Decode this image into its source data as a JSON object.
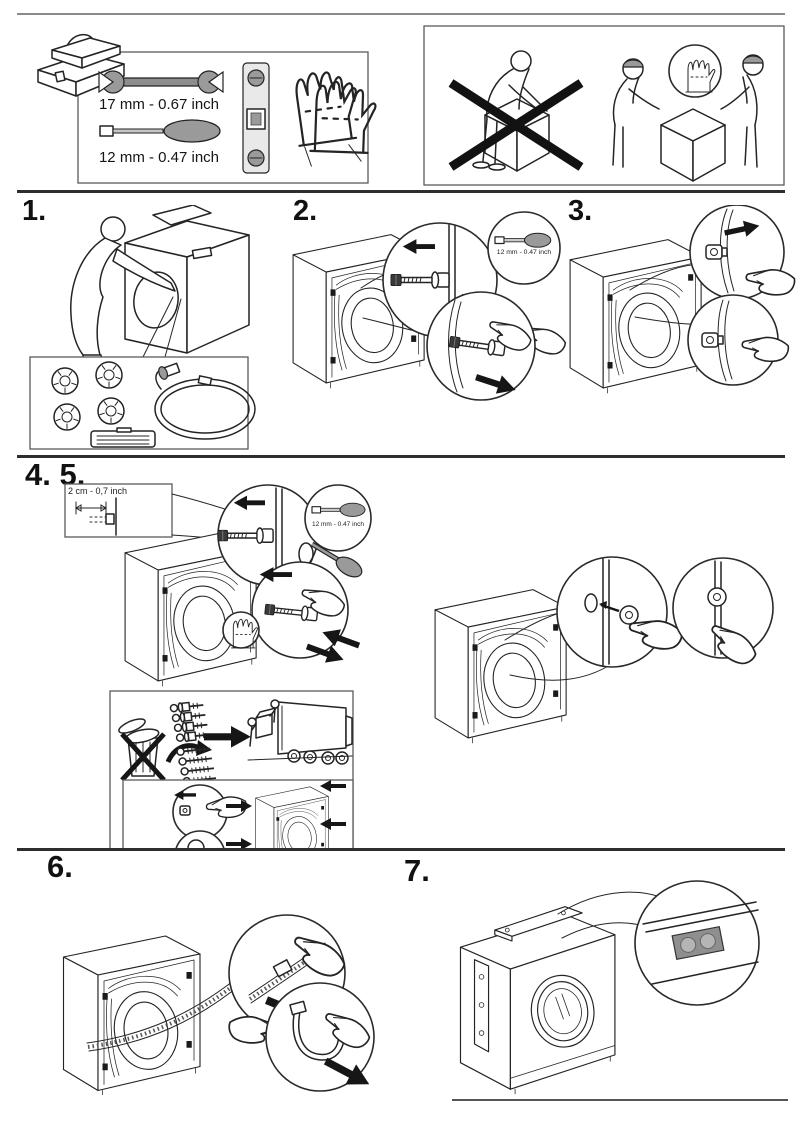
{
  "colors": {
    "ink": "#1f1f1f",
    "tool_gray": "#9a9a9a",
    "panel_border": "#555555",
    "slot_gray": "#8f8f8f",
    "background": "#ffffff"
  },
  "panels": {
    "tools": {
      "wrench_label": "17 mm - 0.67 inch",
      "nut_driver_label": "12 mm - 0.47 inch",
      "icons": [
        "toolbox-icon",
        "wrench-icon",
        "nut-driver-icon",
        "spirit-level-icon",
        "gloves-icon"
      ]
    },
    "lifting": {
      "icons": [
        "one-person-lift-prohibited-icon",
        "two-person-lift-icon",
        "glove-icon"
      ]
    }
  },
  "steps": {
    "s1": {
      "label": "1."
    },
    "s2": {
      "label": "2.",
      "tool_label": "12 mm - 0.47 inch"
    },
    "s3": {
      "label": "3."
    },
    "s45": {
      "label": "4. 5.",
      "clearance_label": "2 cm - 0,7 inch",
      "tool_label": "12 mm - 0.47 inch"
    },
    "s6": {
      "label": "6."
    },
    "s7": {
      "label": "7."
    }
  }
}
